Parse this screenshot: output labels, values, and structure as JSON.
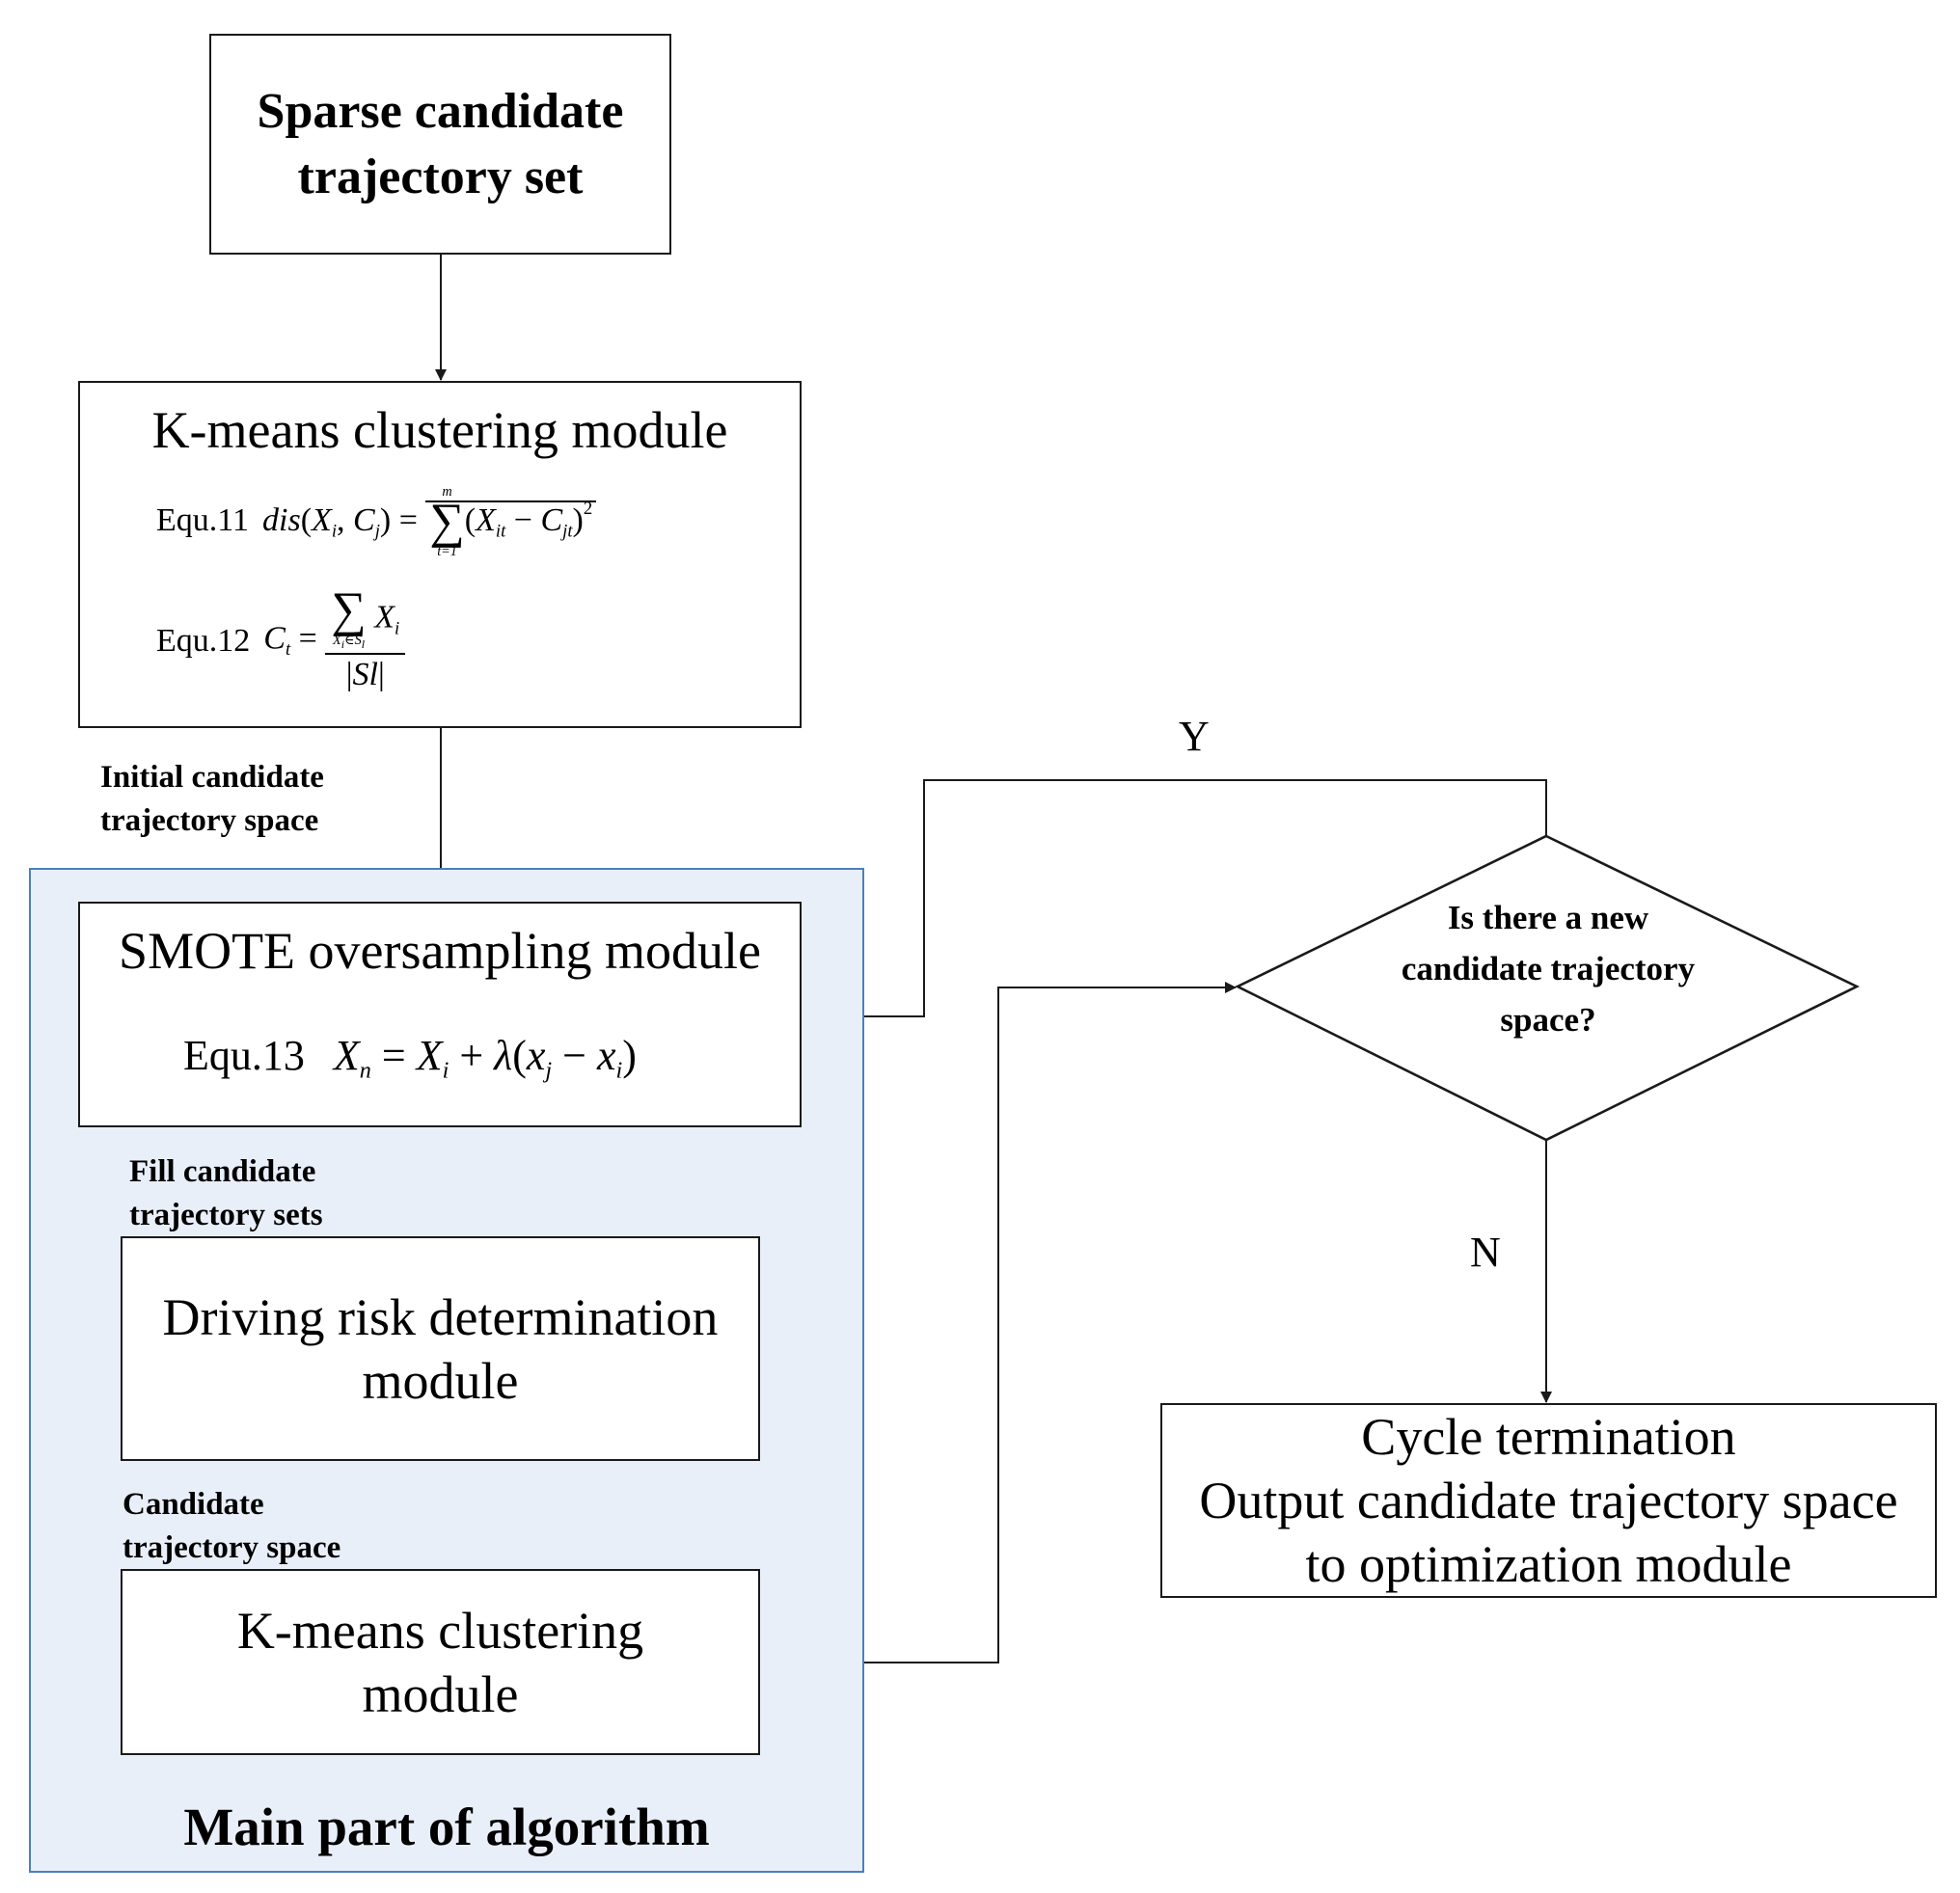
{
  "nodes": {
    "sparse_set": {
      "text": "Sparse candidate trajectory set"
    },
    "kmeans_top": {
      "title": "K-means clustering module",
      "eq11_label": "Equ.11",
      "eq12_label": "Equ.12"
    },
    "smote": {
      "title": "SMOTE oversampling module",
      "eq13_label": "Equ.13"
    },
    "driving_risk": {
      "text": "Driving risk determination module"
    },
    "kmeans_bottom": {
      "text": "K-means clustering module"
    },
    "decision": {
      "text": "Is there a new candidate trajectory space?"
    },
    "termination": {
      "line1": "Cycle termination",
      "line2": "Output candidate trajectory space",
      "line3": "to optimization module"
    }
  },
  "edge_labels": {
    "initial_space": "Initial candidate trajectory  space",
    "fill_sets": "Fill candidate trajectory  sets",
    "candidate_space": "Candidate trajectory  space",
    "yes": "Y",
    "no": "N"
  },
  "region": {
    "label": "Main part of algorithm"
  },
  "colors": {
    "region_fill": "#e9eff9",
    "region_border": "#4a7fc1",
    "lines": "#1a1a1a"
  }
}
